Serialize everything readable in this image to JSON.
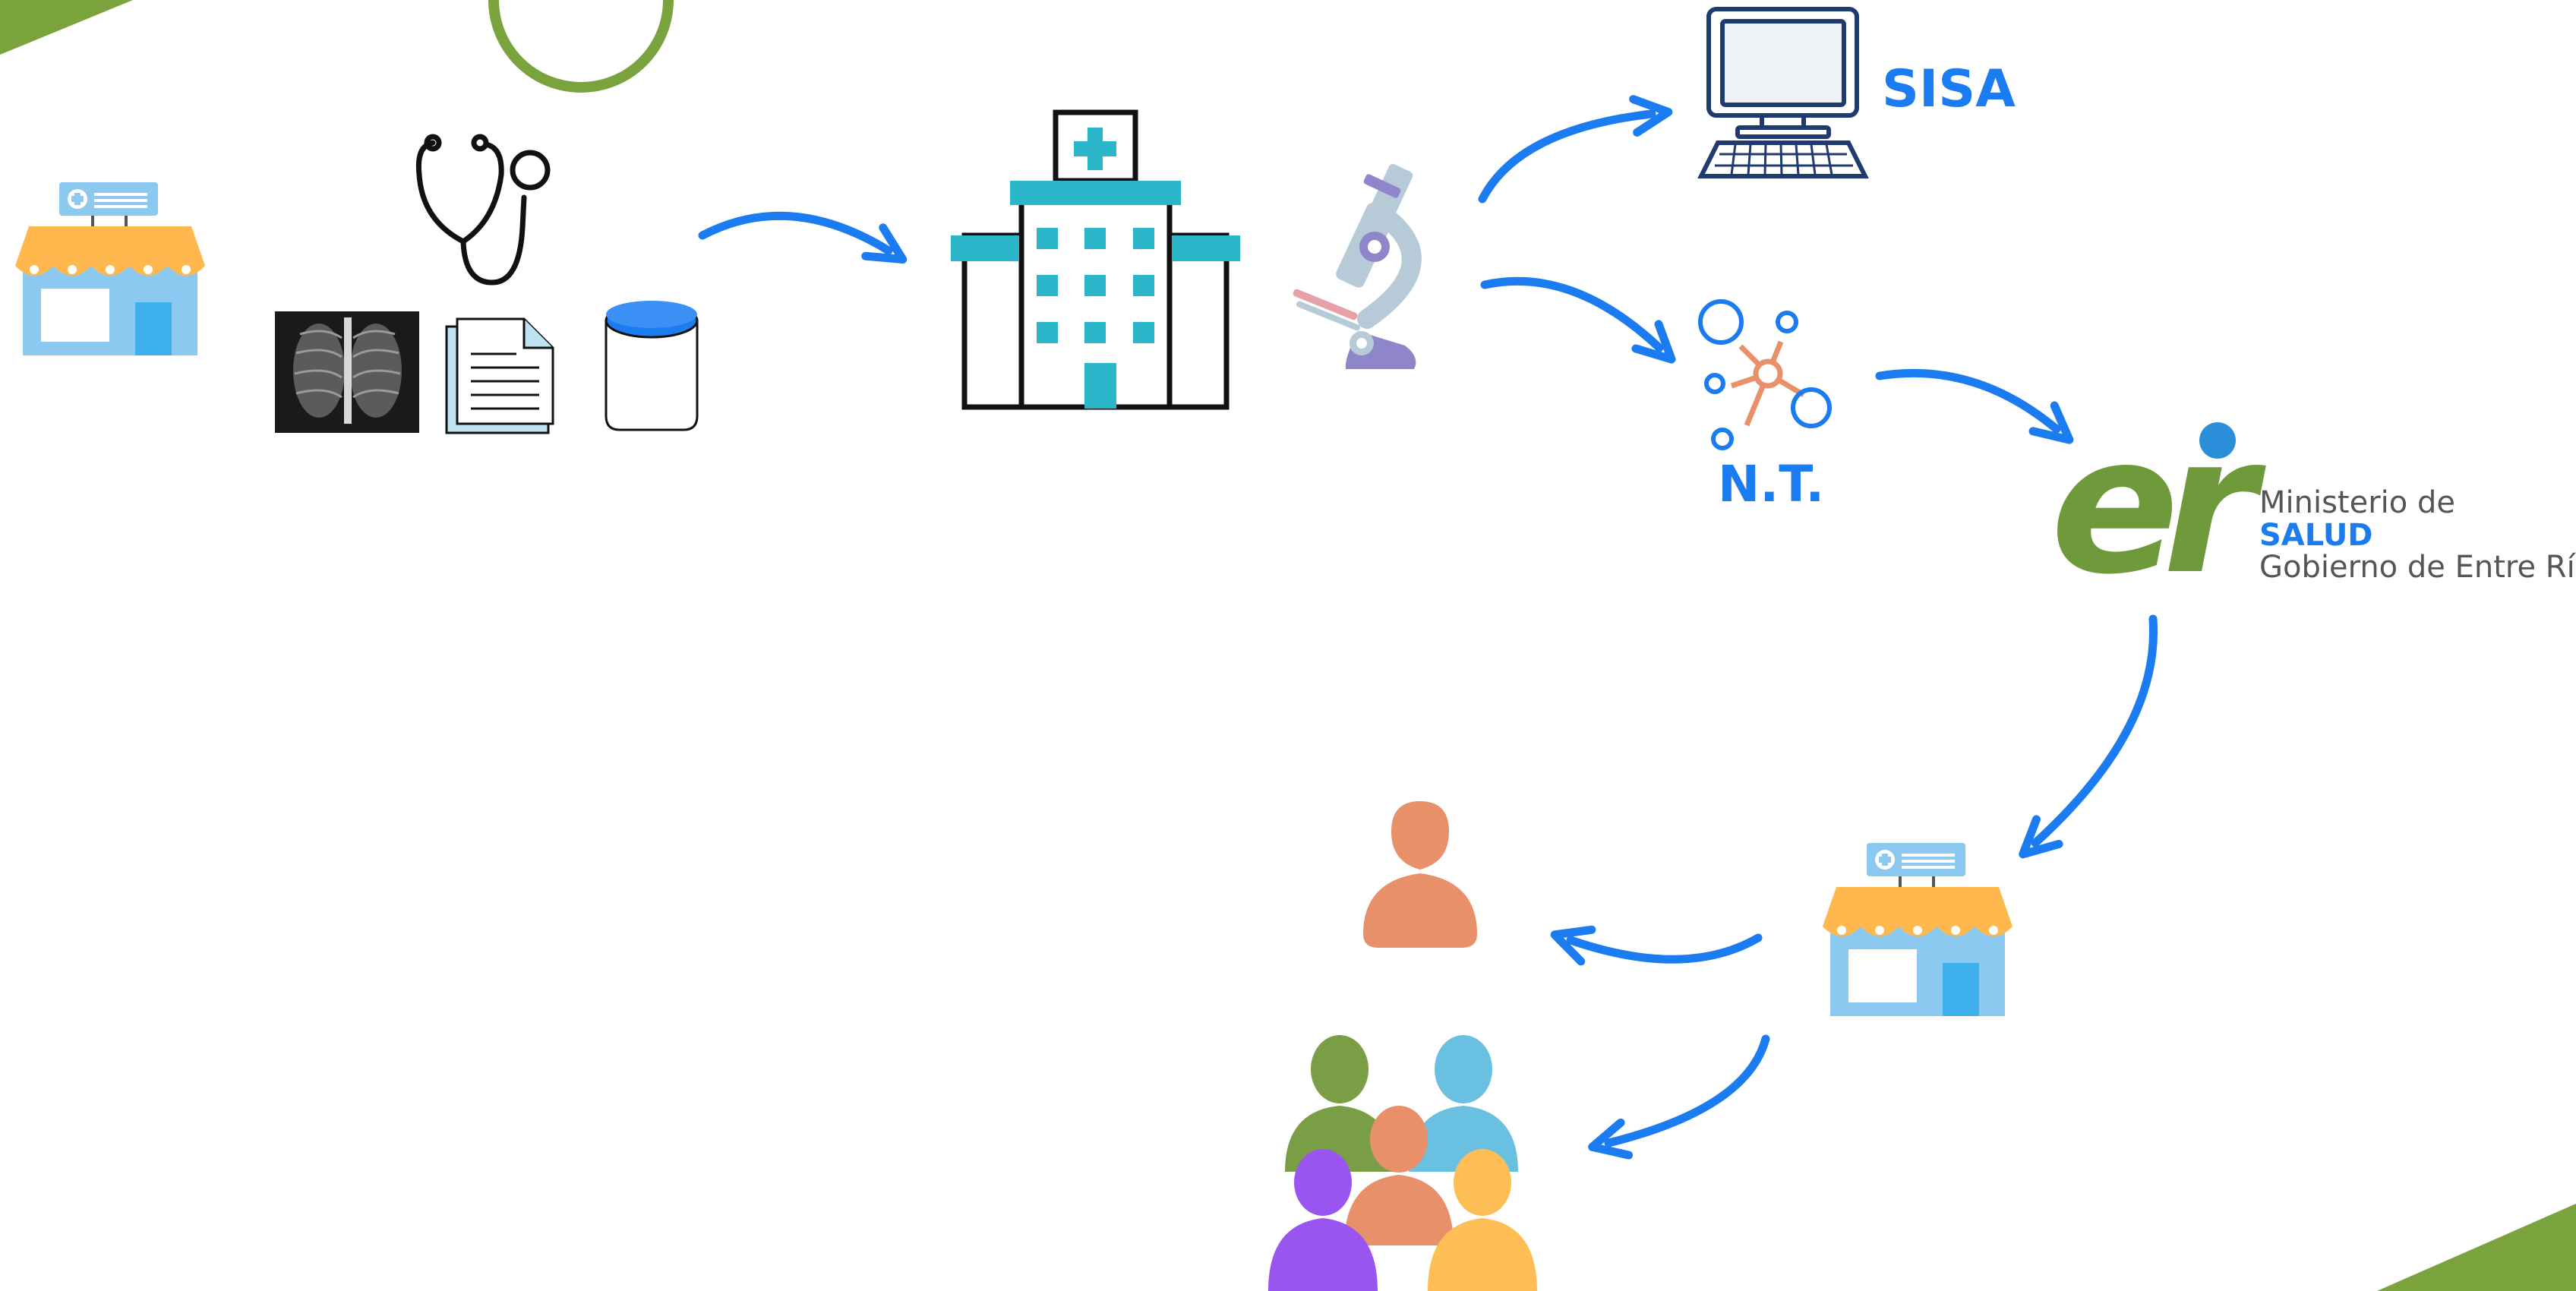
{
  "colors": {
    "accent_blue": "#1a7cf0",
    "corner_green": "#7aa33d",
    "logo_green": "#6f9a3b",
    "store_awning": "#ffb84d",
    "store_wall": "#8cc9f0",
    "hospital_teal": "#2bb5c9"
  },
  "labels": {
    "sisa": "SISA",
    "nt": "N.T."
  },
  "ministry": {
    "logo_letters": "er",
    "line1": "Ministerio de",
    "line2": "SALUD",
    "line3": "Gobierno de Entre Ríos"
  },
  "icons": [
    "store-icon",
    "stethoscope-icon",
    "xray-icon",
    "document-icon",
    "sample-jar-icon",
    "hospital-icon",
    "microscope-icon",
    "computer-icon",
    "network-icon",
    "ministry-logo",
    "person-icon",
    "group-icon"
  ]
}
